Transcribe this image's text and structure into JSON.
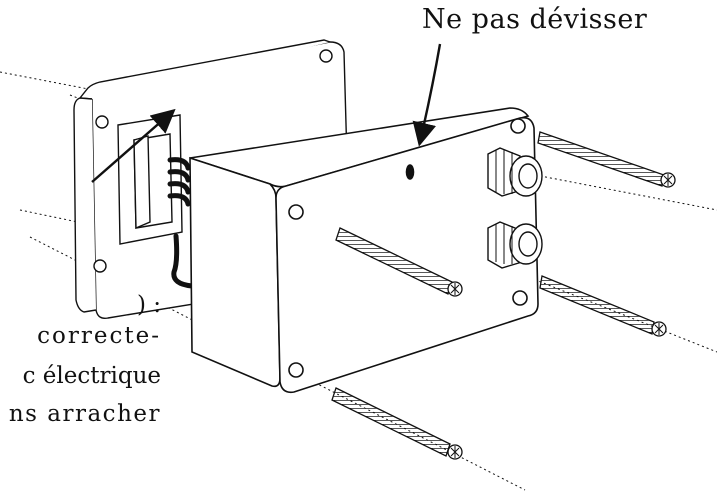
{
  "callout": {
    "text": "Ne pas dévisser"
  },
  "side_text": {
    "line1": ") :",
    "line2": "correcte-",
    "line3": "c électrique",
    "line4": "ns arracher"
  },
  "colors": {
    "stroke": "#111111",
    "fill": "#ffffff"
  }
}
